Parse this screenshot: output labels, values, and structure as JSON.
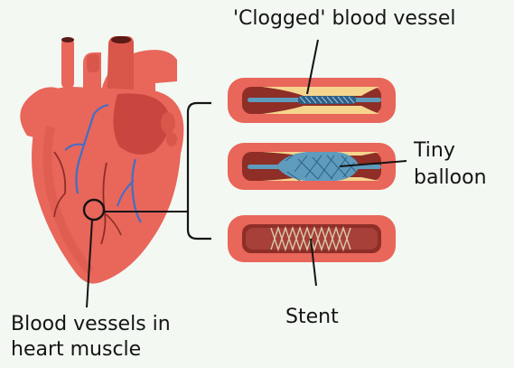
{
  "labels": {
    "clogged": "'Clogged' blood vessel",
    "balloon_line1": "Tiny",
    "balloon_line2": "balloon",
    "stent": "Stent",
    "vessels_line1": "Blood vessels in",
    "vessels_line2": "heart muscle"
  },
  "colors": {
    "background": "#f3f8f3",
    "heart_main": "#e9665a",
    "heart_dark": "#c8463f",
    "vessel_wall": "#e9665a",
    "vessel_lumen": "#8e2e27",
    "plaque": "#f5d58e",
    "balloon": "#5e9bbd",
    "ink": "#141414"
  }
}
